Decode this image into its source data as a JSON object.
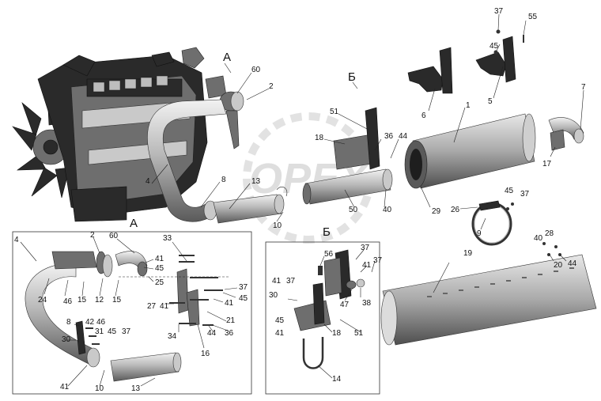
{
  "sections": {
    "top_a": "А",
    "top_b": "Б",
    "inset_a": "А",
    "inset_b": "Б"
  },
  "watermark": "OPEX",
  "callouts": {
    "c37a": "37",
    "c55": "55",
    "c45a": "45",
    "c6": "6",
    "c5": "5",
    "c7": "7",
    "c1": "1",
    "c60a": "60",
    "c2a": "2",
    "c51a": "51",
    "c18a": "18",
    "c36a": "36",
    "c44a": "44",
    "c17": "17",
    "c8a": "8",
    "c13a": "13",
    "c4a": "4",
    "c10a": "10",
    "c50": "50",
    "c40a": "40",
    "c29": "29",
    "c26": "26",
    "c45b": "45",
    "c37b": "37",
    "c9": "9",
    "c19": "19",
    "c40b": "40",
    "c28": "28",
    "c20": "20",
    "c44b": "44",
    "c4b": "4",
    "c2b": "2",
    "c60b": "60",
    "c33": "33",
    "c41a": "41",
    "c45c": "45",
    "c25": "25",
    "c24": "24",
    "c46a": "46",
    "c15a": "15",
    "c12": "12",
    "c15b": "15",
    "c37c": "37",
    "c41b": "41",
    "c45d": "45",
    "c27": "27",
    "c41c": "41",
    "c8b": "8",
    "c42": "42",
    "c46b": "46",
    "c31": "31",
    "c45e": "45",
    "c37d": "37",
    "c21": "21",
    "c30a": "30",
    "c34": "34",
    "c44c": "44",
    "c36b": "36",
    "c16": "16",
    "c41d": "41",
    "c10b": "10",
    "c13b": "13",
    "c56": "56",
    "c37e": "37",
    "c41e": "41",
    "c37f": "37",
    "c41f": "41",
    "c30b": "30",
    "c47": "47",
    "c38": "38",
    "c45f": "45",
    "c41g": "41",
    "c18b": "18",
    "c51b": "51",
    "c14": "14"
  }
}
